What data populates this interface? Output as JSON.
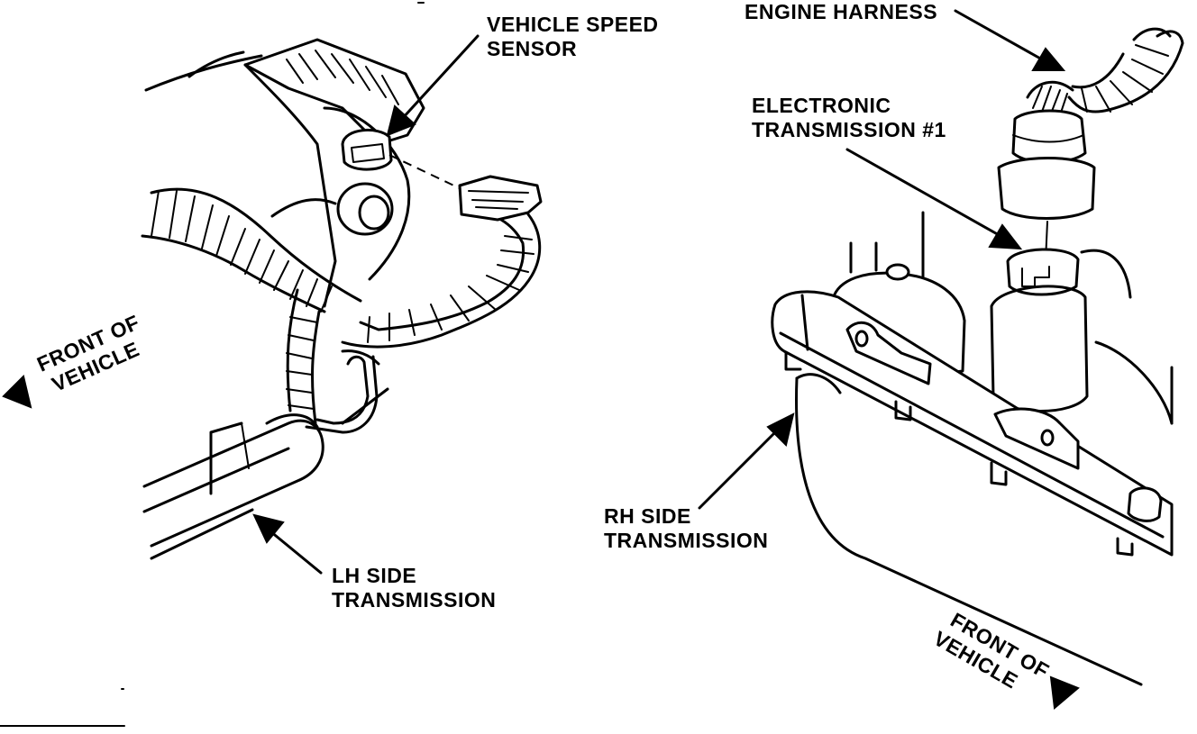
{
  "labels": {
    "vehicle_speed_sensor": [
      "VEHICLE SPEED",
      "SENSOR"
    ],
    "engine_harness": "ENGINE HARNESS",
    "electronic_transmission": [
      "ELECTRONIC",
      "TRANSMISSION #1"
    ],
    "front_of_vehicle_left": [
      "FRONT OF",
      "VEHICLE"
    ],
    "front_of_vehicle_right": [
      "FRONT OF",
      "VEHICLE"
    ],
    "lh_side_transmission": [
      "LH SIDE",
      "TRANSMISSION"
    ],
    "rh_side_transmission": [
      "RH SIDE",
      "TRANSMISSION"
    ]
  },
  "colors": {
    "ink": "#000000",
    "paper": "#ffffff"
  }
}
